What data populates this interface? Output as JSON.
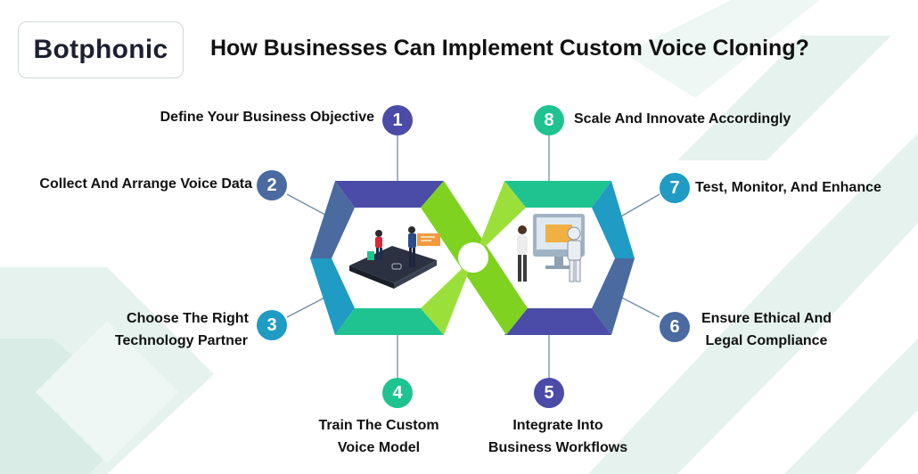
{
  "brand": {
    "logo_text": "Botphonic"
  },
  "title": "How Businesses Can Implement Custom Voice Cloning?",
  "colors": {
    "indigo": "#4b4ba8",
    "slate": "#4a6aa0",
    "cyan": "#1f9bc4",
    "green": "#1ec38f",
    "lime": "#7fd320",
    "background_accent": "#e3f1ed"
  },
  "illustrations": {
    "left": "business-team-presentation-illustration",
    "right": "robot-and-person-at-screen-illustration"
  },
  "steps": [
    {
      "number": "1",
      "lines": [
        "Define Your Business Objective"
      ],
      "color": "#4b4ba8"
    },
    {
      "number": "2",
      "lines": [
        "Collect And Arrange Voice Data"
      ],
      "color": "#4a6aa0"
    },
    {
      "number": "3",
      "lines": [
        "Choose The Right",
        "Technology Partner"
      ],
      "color": "#1f9bc4"
    },
    {
      "number": "4",
      "lines": [
        "Train The Custom",
        "Voice Model"
      ],
      "color": "#1ec38f"
    },
    {
      "number": "5",
      "lines": [
        "Integrate Into",
        "Business Workflows"
      ],
      "color": "#4b4ba8"
    },
    {
      "number": "6",
      "lines": [
        "Ensure Ethical And",
        "Legal Compliance"
      ],
      "color": "#4a6aa0"
    },
    {
      "number": "7",
      "lines": [
        "Test, Monitor, And Enhance"
      ],
      "color": "#1f9bc4"
    },
    {
      "number": "8",
      "lines": [
        "Scale And Innovate Accordingly"
      ],
      "color": "#1ec38f"
    }
  ]
}
